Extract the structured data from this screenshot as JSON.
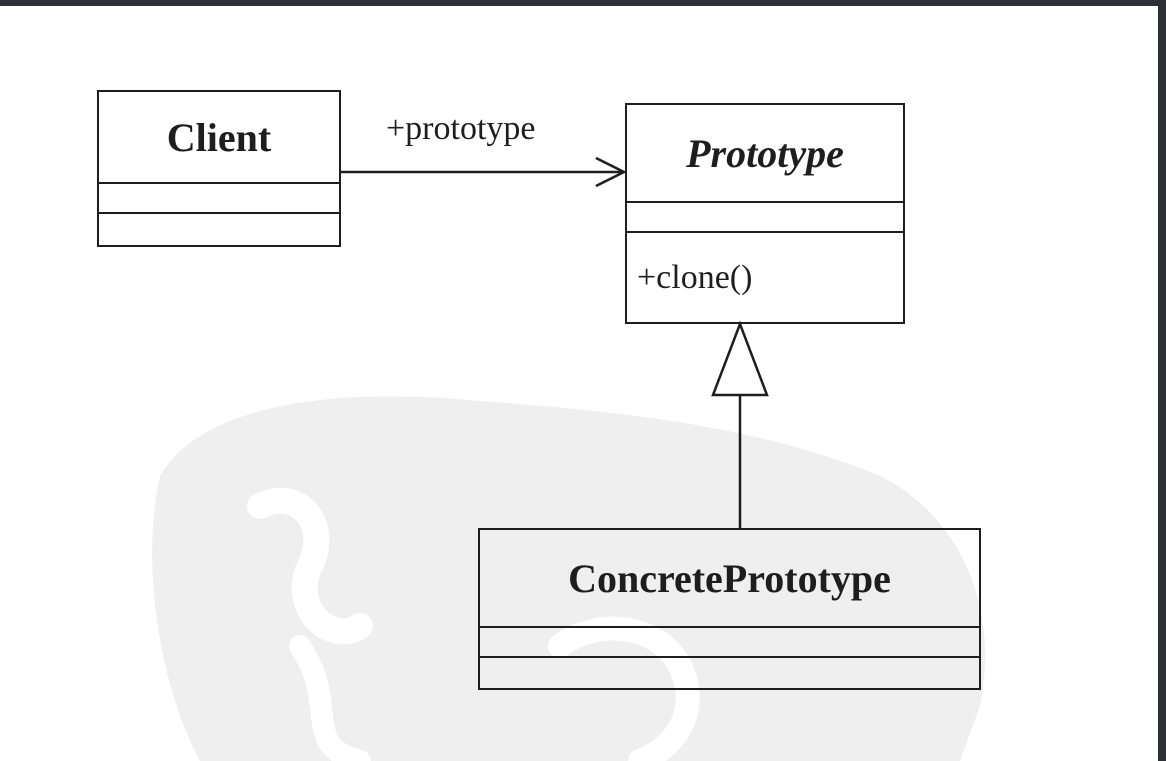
{
  "diagram": {
    "classes": {
      "client": {
        "name": "Client"
      },
      "prototype": {
        "name": "Prototype",
        "operation": "+clone()"
      },
      "concrete": {
        "name": "ConcretePrototype"
      }
    },
    "association_label": "+prototype"
  },
  "colors": {
    "background": "#ffffff",
    "frame": "#2f3035",
    "ink": "#1e1e1e",
    "watermark": "#efefef"
  }
}
